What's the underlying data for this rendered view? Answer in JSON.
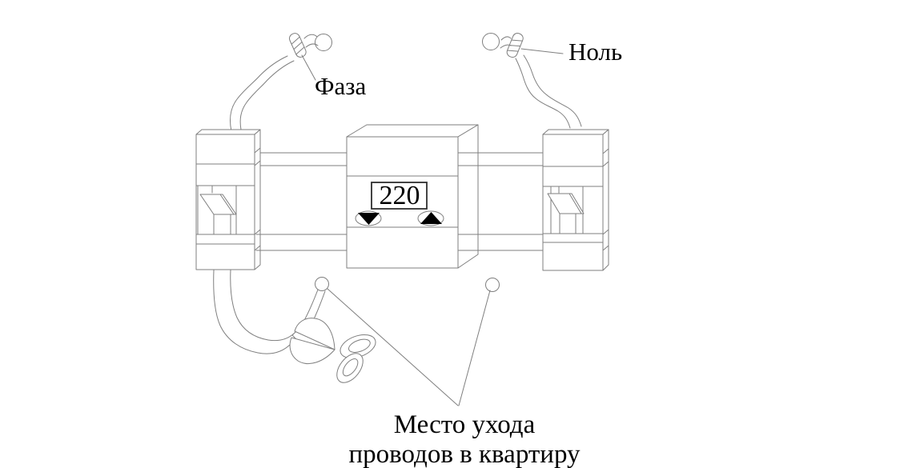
{
  "diagram": {
    "labels": {
      "phase": "Фаза",
      "neutral": "Ноль",
      "display_value": "220",
      "exit_note_line1": "Место ухода",
      "exit_note_line2": "проводов в квартиру"
    },
    "colors": {
      "background": "#ffffff",
      "line": "#7f7f7f",
      "ink": "#000000",
      "display_border": "#2f2f2f"
    },
    "icons": {
      "decrease_button": "triangle-down-icon",
      "increase_button": "triangle-up-icon",
      "cut_tool": "scissors-icon",
      "exit_points": "circle-marker-icon"
    }
  }
}
